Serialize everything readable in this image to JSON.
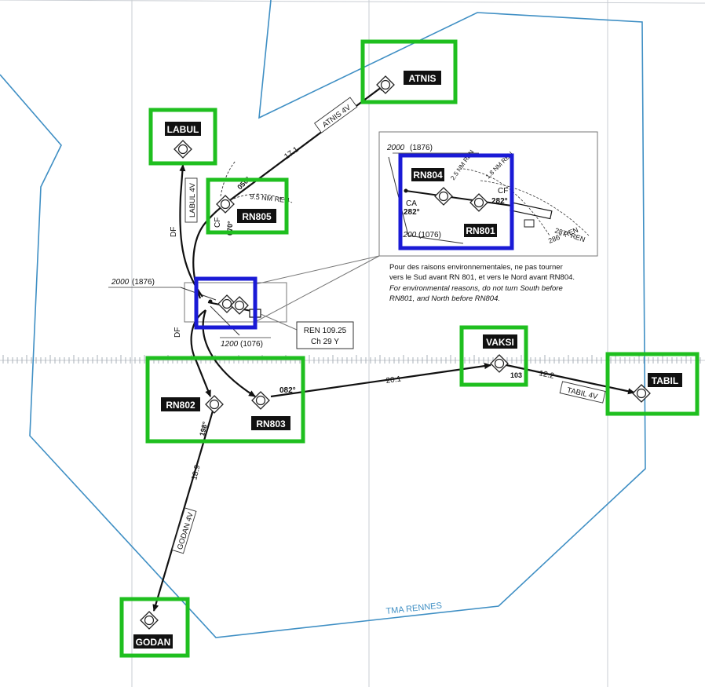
{
  "waypoints": {
    "labul": "LABUL",
    "atnis": "ATNIS",
    "rn805": "RN805",
    "vaksi": "VAKSI",
    "tabil": "TABIL",
    "rn802": "RN802",
    "rn803": "RN803",
    "godan": "GODAN",
    "rn804": "RN804",
    "rn801": "RN801"
  },
  "route_labels": {
    "atnis": "ATNIS 4V",
    "labul": "LABUL 4V",
    "tabil": "TABIL 4V",
    "godan": "GODAN 4V",
    "df_upper": "DF",
    "df_lower": "DF",
    "cf": "CF"
  },
  "distances": {
    "atnis": "17.1",
    "vaksi": "20.1",
    "tabil": "12.2",
    "godan": "18.9",
    "rn805_arc": "9.5 NM REN"
  },
  "headings": {
    "rn803": "082°",
    "vaksi": "103",
    "rn802": "198°",
    "rn805_a": "050°",
    "rn805_b": "070°"
  },
  "altitudes": {
    "main_upper": "2000",
    "main_upper_msl": "(1876)",
    "main_lower": "1200",
    "main_lower_msl": "(1076)"
  },
  "navaid": {
    "line1": "REN 109.25",
    "line2": "Ch 29 Y"
  },
  "inset": {
    "alt_upper": "2000",
    "alt_upper_msl": "(1876)",
    "alt_lower": "1200",
    "alt_lower_msl": "(1076)",
    "ca": "CA",
    "ca_heading": "282°",
    "cf": "CF",
    "cf_heading": "282°",
    "arc_a": "2.5 NM REN",
    "arc_b": "1.8 NM REN",
    "radial_a": "287° REN",
    "radial_b": "286° REN"
  },
  "note": {
    "fr_line1": "Pour des raisons environnementales, ne pas tourner",
    "fr_line2": "vers le Sud avant RN 801, et vers le Nord avant RN804.",
    "en_line1": "For environmental reasons, do not turn South before",
    "en_line2": "RN801, and North before RN804."
  },
  "airspace": {
    "tma_name": "TMA RENNES"
  },
  "colors": {
    "highlight_green": "#1fbf1f",
    "highlight_blue": "#1a1ad6",
    "tma_boundary": "#3f8fc4",
    "route": "#111111"
  }
}
